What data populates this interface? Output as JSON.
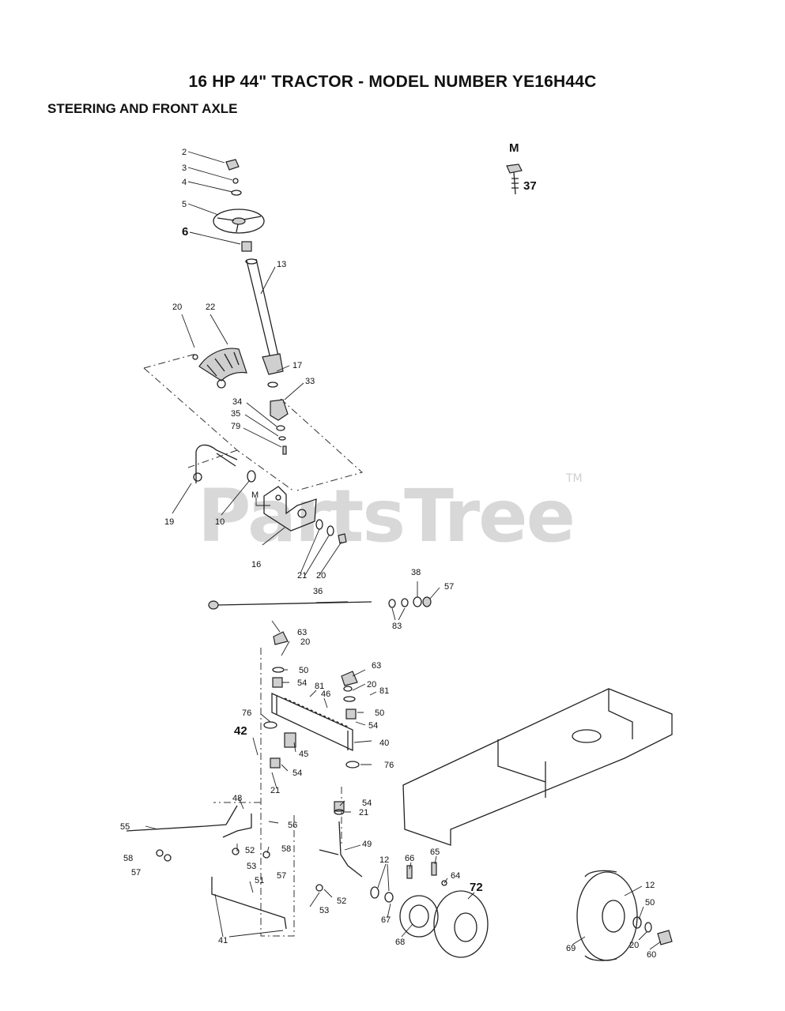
{
  "title": "16 HP 44\" TRACTOR - MODEL NUMBER YE16H44C",
  "subtitle": "STEERING AND FRONT AXLE",
  "watermark": "PartsTree",
  "watermark_tm": "TM",
  "hardware_group": {
    "label": "M",
    "part": "37"
  },
  "callouts": [
    {
      "id": "c2",
      "text": "2"
    },
    {
      "id": "c3",
      "text": "3"
    },
    {
      "id": "c4",
      "text": "4"
    },
    {
      "id": "c5",
      "text": "5"
    },
    {
      "id": "c6",
      "text": "6"
    },
    {
      "id": "c13",
      "text": "13"
    },
    {
      "id": "c20a",
      "text": "20"
    },
    {
      "id": "c22",
      "text": "22"
    },
    {
      "id": "c17",
      "text": "17"
    },
    {
      "id": "c33",
      "text": "33"
    },
    {
      "id": "c34",
      "text": "34"
    },
    {
      "id": "c35",
      "text": "35"
    },
    {
      "id": "c79",
      "text": "79"
    },
    {
      "id": "c19",
      "text": "19"
    },
    {
      "id": "c10",
      "text": "10"
    },
    {
      "id": "cM",
      "text": "M"
    },
    {
      "id": "c16",
      "text": "16"
    },
    {
      "id": "c21a",
      "text": "21"
    },
    {
      "id": "c20b",
      "text": "20"
    },
    {
      "id": "c36",
      "text": "36"
    },
    {
      "id": "c38",
      "text": "38"
    },
    {
      "id": "c57a",
      "text": "57"
    },
    {
      "id": "c83",
      "text": "83"
    },
    {
      "id": "c63a",
      "text": "63"
    },
    {
      "id": "c20c",
      "text": "20"
    },
    {
      "id": "c50a",
      "text": "50"
    },
    {
      "id": "c54a",
      "text": "54"
    },
    {
      "id": "c81a",
      "text": "81"
    },
    {
      "id": "c46",
      "text": "46"
    },
    {
      "id": "c63b",
      "text": "63"
    },
    {
      "id": "c20d",
      "text": "20"
    },
    {
      "id": "c81b",
      "text": "81"
    },
    {
      "id": "c50b",
      "text": "50"
    },
    {
      "id": "c76a",
      "text": "76"
    },
    {
      "id": "c54b",
      "text": "54"
    },
    {
      "id": "c42",
      "text": "42"
    },
    {
      "id": "c45",
      "text": "45"
    },
    {
      "id": "c40",
      "text": "40"
    },
    {
      "id": "c54c",
      "text": "54"
    },
    {
      "id": "c76b",
      "text": "76"
    },
    {
      "id": "c21b",
      "text": "21"
    },
    {
      "id": "c48a",
      "text": "48"
    },
    {
      "id": "c54d",
      "text": "54"
    },
    {
      "id": "c21c",
      "text": "21"
    },
    {
      "id": "c55",
      "text": "55"
    },
    {
      "id": "c56a",
      "text": "56"
    },
    {
      "id": "c52a",
      "text": "52"
    },
    {
      "id": "c58a",
      "text": "58"
    },
    {
      "id": "c58b",
      "text": "58"
    },
    {
      "id": "c57b",
      "text": "57"
    },
    {
      "id": "c53a",
      "text": "53"
    },
    {
      "id": "c57c",
      "text": "57"
    },
    {
      "id": "c49",
      "text": "49"
    },
    {
      "id": "c12a",
      "text": "12"
    },
    {
      "id": "c66",
      "text": "66"
    },
    {
      "id": "c65",
      "text": "65"
    },
    {
      "id": "c64",
      "text": "64"
    },
    {
      "id": "c51",
      "text": "51"
    },
    {
      "id": "c52b",
      "text": "52"
    },
    {
      "id": "c53b",
      "text": "53"
    },
    {
      "id": "c67",
      "text": "67"
    },
    {
      "id": "c68",
      "text": "68"
    },
    {
      "id": "c72",
      "text": "72"
    },
    {
      "id": "c12b",
      "text": "12"
    },
    {
      "id": "c50c",
      "text": "50"
    },
    {
      "id": "c20e",
      "text": "20"
    },
    {
      "id": "c60",
      "text": "60"
    },
    {
      "id": "c69",
      "text": "69"
    },
    {
      "id": "c41",
      "text": "41"
    }
  ]
}
